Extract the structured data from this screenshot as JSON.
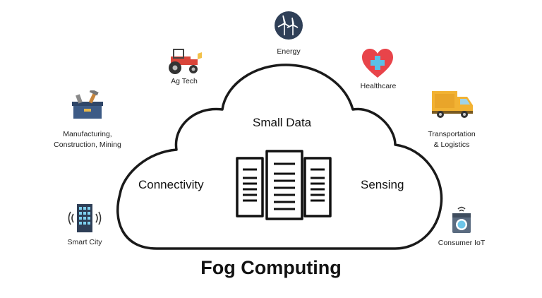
{
  "title": "Fog Computing",
  "cloud": {
    "top_label": "Small Data",
    "left_label": "Connectivity",
    "right_label": "Sensing"
  },
  "items": {
    "energy": {
      "label": "Energy",
      "icon": "wind-turbine-icon"
    },
    "agtech": {
      "label": "Ag Tech",
      "icon": "tractor-icon"
    },
    "healthcare": {
      "label": "Healthcare",
      "icon": "heart-plus-icon"
    },
    "manufacturing": {
      "label": "Manufacturing,\nConstruction, Mining",
      "icon": "toolbox-icon"
    },
    "transportation": {
      "label": "Transportation\n& Logistics",
      "icon": "truck-icon"
    },
    "smartcity": {
      "label": "Smart City",
      "icon": "smart-building-icon"
    },
    "consumeriot": {
      "label": "Consumer IoT",
      "icon": "washing-machine-icon"
    }
  },
  "colors": {
    "cloud_stroke": "#1a1a1a",
    "energy_bg": "#2f3f57",
    "heart": "#e8444a",
    "truck": "#f2b233",
    "tractor": "#d9453a"
  }
}
